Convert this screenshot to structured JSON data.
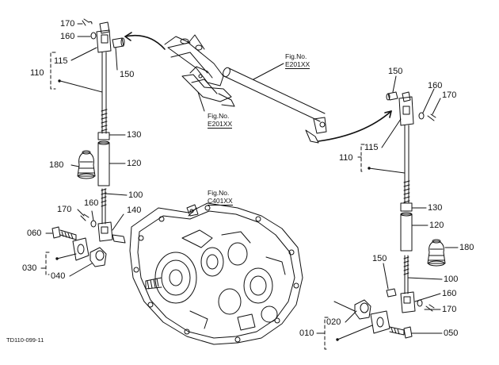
{
  "footer": {
    "code": "TD110-099-11"
  },
  "figure_refs": [
    {
      "id": "fig-e201-upper",
      "prefix": "Fig.No.",
      "code": "E201XX"
    },
    {
      "id": "fig-e201-lower",
      "prefix": "Fig.No.",
      "code": "E201XX"
    },
    {
      "id": "fig-c401",
      "prefix": "Fig.No.",
      "code": "C401XX"
    }
  ],
  "callouts": {
    "left": {
      "p170_top": "170",
      "p160_top": "160",
      "p115": "115",
      "p150": "150",
      "p110": "110",
      "p130": "130",
      "p180": "180",
      "p120": "120",
      "p100": "100",
      "p170_low": "170",
      "p160_low": "160",
      "p140": "140",
      "p060": "060",
      "p030": "030",
      "p040": "040"
    },
    "right": {
      "p150_top": "150",
      "p160_top": "160",
      "p170_top": "170",
      "p115": "115",
      "p110": "110",
      "p130": "130",
      "p120": "120",
      "p180": "180",
      "p150_low": "150",
      "p100": "100",
      "p160_low": "160",
      "p170_low": "170",
      "p010": "010",
      "p020": "020",
      "p050": "050"
    }
  }
}
